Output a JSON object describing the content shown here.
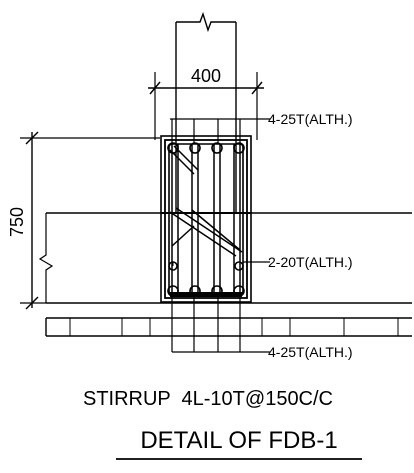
{
  "dimensions": {
    "width": "400",
    "depth": "750"
  },
  "callouts": {
    "top_bars": "4-25T(ALTH.)",
    "side_bars": "2-20T(ALTH.)",
    "bottom_bars": "4-25T(ALTH.)"
  },
  "stirrup_note": "STIRRUP  4L-10T@150C/C",
  "title": "DETAIL OF FDB-1"
}
